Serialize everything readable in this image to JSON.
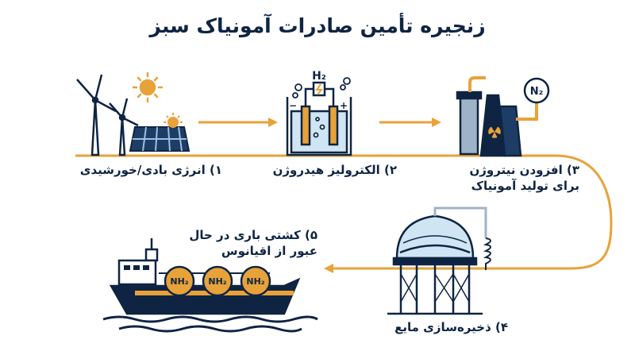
{
  "title": "زنجیره تأمین صادرات آمونیاک سبز",
  "steps": [
    {
      "label": "۱) انرژی بادی/خورشیدی"
    },
    {
      "label": "۲) الکترولیز هیدروژن"
    },
    {
      "label": "۳) افزودن نیتروژن برای تولید آمونیاک"
    },
    {
      "label": "۴) ذخیره‌سازی مایع"
    },
    {
      "label": "۵) کشتی باری در حال عبور از اقیانوس"
    }
  ],
  "chemicals": {
    "hydrogen": "H₂",
    "nitrogen": "N₂",
    "ammonia": "NH₂"
  },
  "colors": {
    "navy": "#0f2442",
    "orange": "#e8a23a",
    "water": "#cfe5f3",
    "sun": "#e8a23a"
  }
}
